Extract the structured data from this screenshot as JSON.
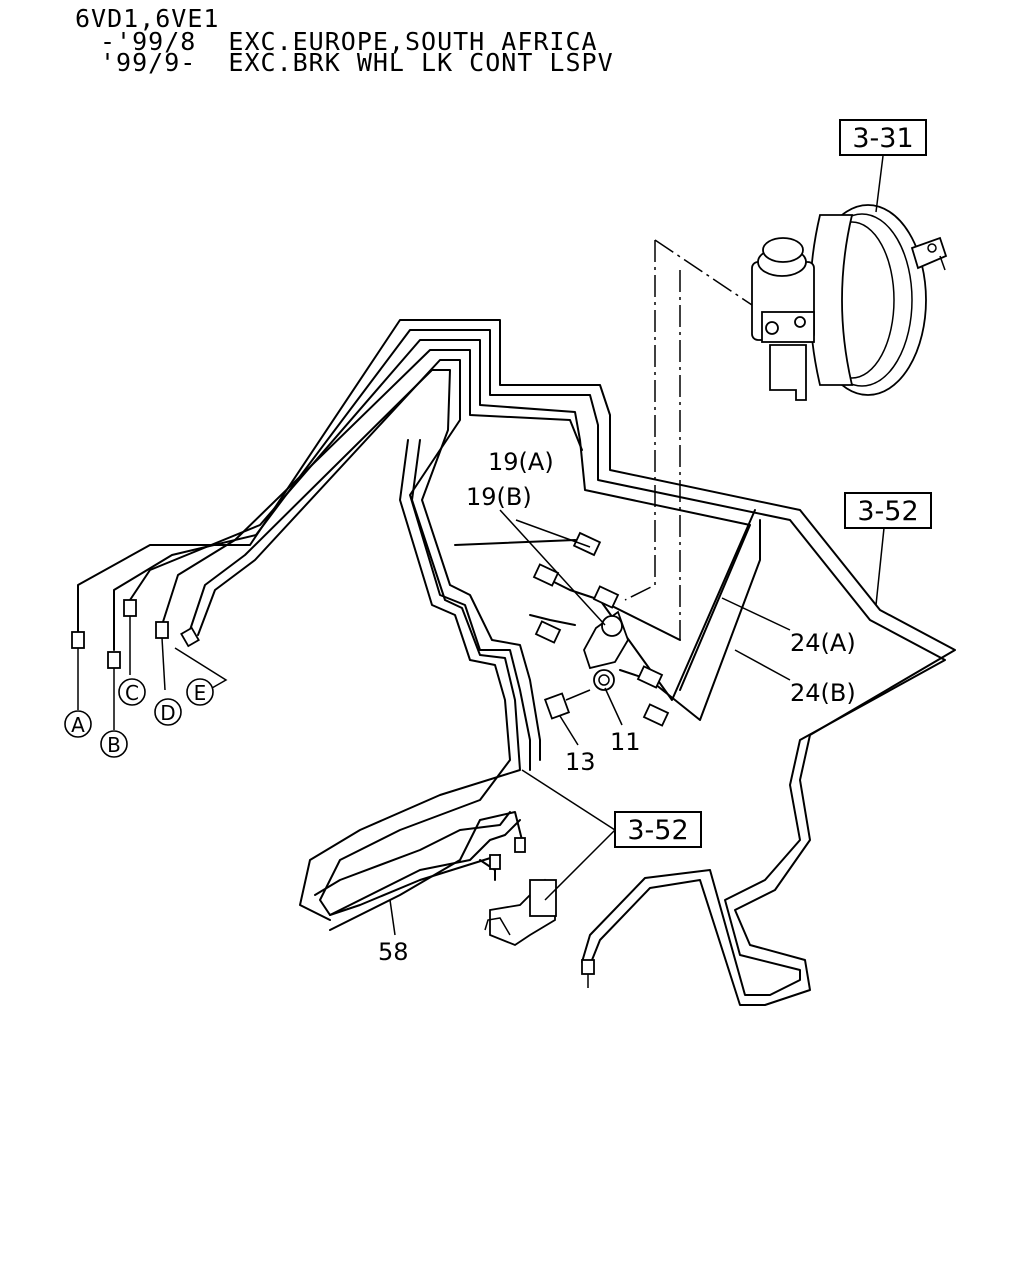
{
  "header": {
    "line1": "6VD1,6VE1",
    "line2": "-'99/8  EXC.EUROPE,SOUTH AFRICA",
    "line3": "'99/9-  EXC.BRK WHL LK CONT LSPV"
  },
  "references": {
    "booster_ref": "3-31",
    "pipe_ref_right": "3-52",
    "pipe_ref_bottom": "3-52"
  },
  "part_labels": {
    "p19a": "19(A)",
    "p19b": "19(B)",
    "p24a": "24(A)",
    "p24b": "24(B)",
    "p11": "11",
    "p13": "13",
    "p58": "58"
  },
  "connection_markers": {
    "a": "A",
    "b": "B",
    "c": "C",
    "d": "D",
    "e": "E"
  }
}
